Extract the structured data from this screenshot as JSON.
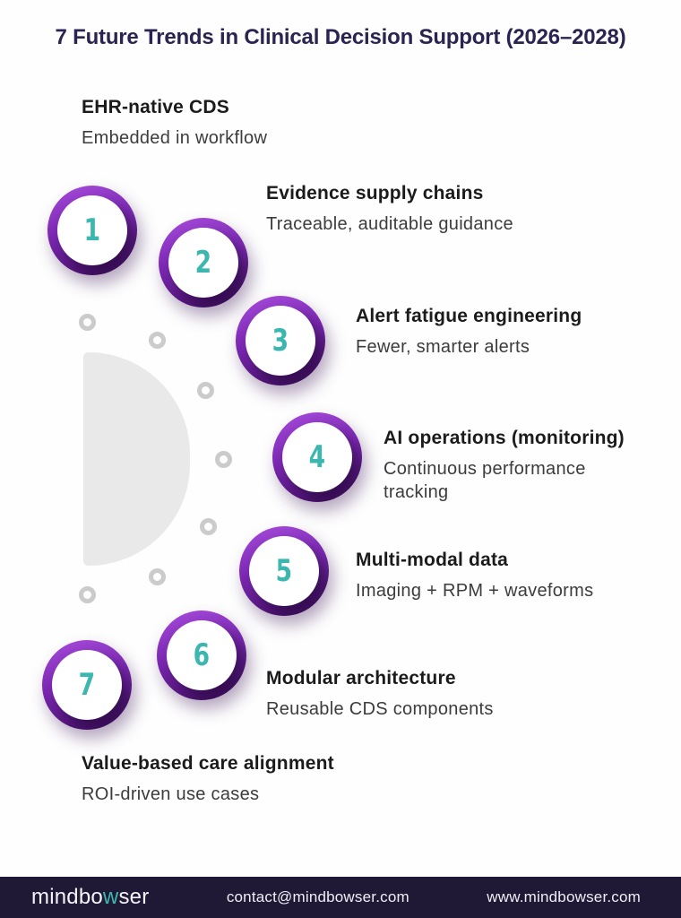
{
  "title": "7 Future Trends in Clinical Decision Support (2026–2028)",
  "colors": {
    "heading_navy": "#2b2351",
    "ring_purple_light": "#a348d8",
    "ring_purple_dark": "#4e1272",
    "number_teal": "#3bb7b0",
    "decor_gray": "#cbcbcb",
    "semicircle_gray": "#e9e9e9",
    "footer_bg": "#1f1935"
  },
  "items": [
    {
      "num": "1",
      "title": "EHR-native CDS",
      "subtitle": "Embedded in workflow"
    },
    {
      "num": "2",
      "title": "Evidence supply chains",
      "subtitle": "Traceable, auditable guidance"
    },
    {
      "num": "3",
      "title": "Alert fatigue engineering",
      "subtitle": "Fewer, smarter alerts"
    },
    {
      "num": "4",
      "title": "AI operations (monitoring)",
      "subtitle": "Continuous performance tracking"
    },
    {
      "num": "5",
      "title": "Multi-modal data",
      "subtitle": "Imaging + RPM + waveforms"
    },
    {
      "num": "6",
      "title": "Modular architecture",
      "subtitle": "Reusable CDS components"
    },
    {
      "num": "7",
      "title": "Value-based care alignment",
      "subtitle": "ROI-driven use cases"
    }
  ],
  "footer": {
    "logo_prefix": "mindbo",
    "logo_accent": "w",
    "logo_suffix": "ser",
    "email": "contact@mindbowser.com",
    "website": "www.mindbowser.com"
  }
}
